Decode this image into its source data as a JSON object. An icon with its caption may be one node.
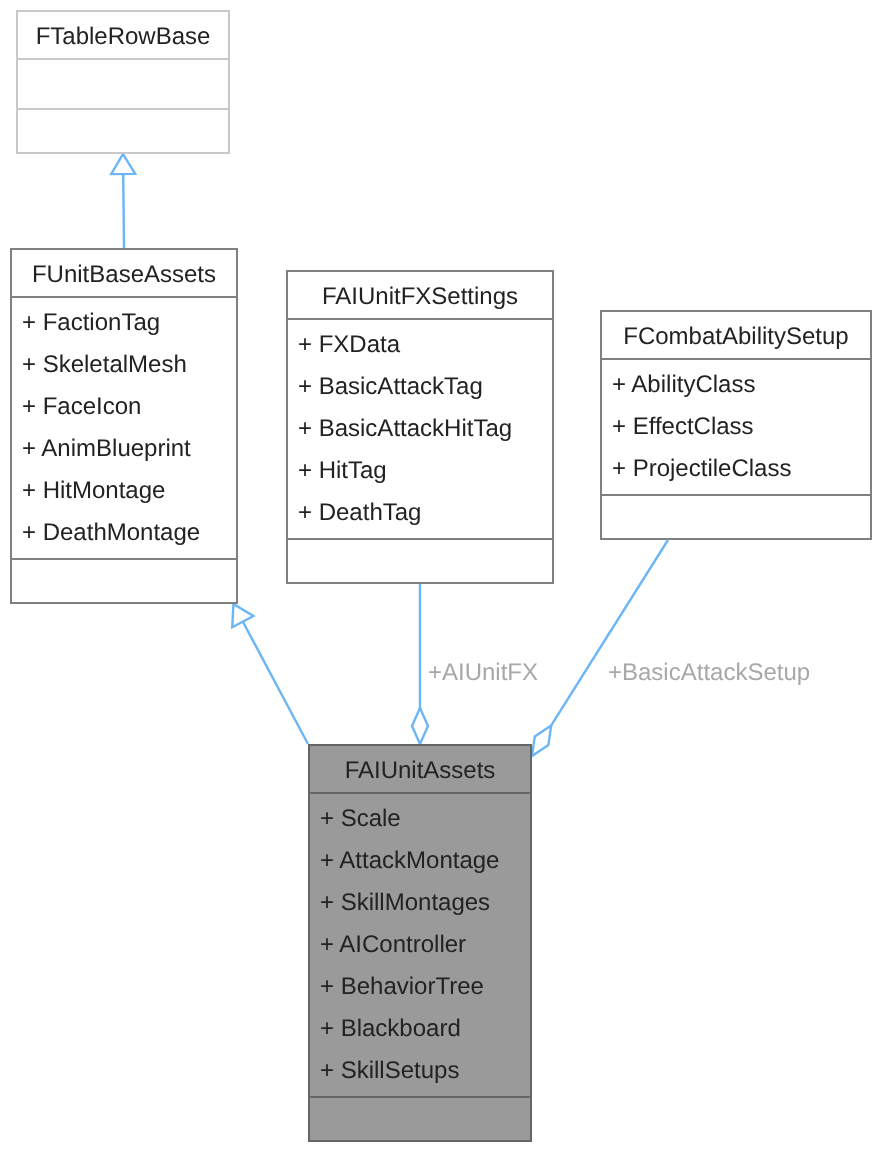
{
  "diagram": {
    "nodes": [
      {
        "text": [
          "FTableRowBase"
        ]
      },
      {
        "text": [
          "FUnitBaseAssets",
          "+ FactionTag",
          "+ SkeletalMesh",
          "+ FaceIcon",
          "+ AnimBlueprint",
          "+ HitMontage",
          "+ DeathMontage"
        ]
      },
      {
        "text": [
          "FAIUnitFXSettings",
          "+ FXData",
          "+ BasicAttackTag",
          "+ BasicAttackHitTag",
          "+ HitTag",
          "+ DeathTag"
        ]
      },
      {
        "text": [
          "FCombatAbilitySetup",
          "+ AbilityClass",
          "+ EffectClass",
          "+ ProjectileClass"
        ]
      },
      {
        "text": [
          "FAIUnitAssets",
          "+ Scale",
          "+ AttackMontage",
          "+ SkillMontages",
          "+ AIController",
          "+ BehaviorTree",
          "+ Blackboard",
          "+ SkillSetups"
        ]
      }
    ],
    "edges": [
      {
        "from": 1,
        "to": 0,
        "arrow": "to"
      },
      {
        "from": 4,
        "to": 1,
        "arrow": "to"
      },
      {
        "from": 2,
        "to": 4,
        "arrow": "other",
        "label": "+AIUnitFX"
      },
      {
        "from": 3,
        "to": 4,
        "arrow": "other",
        "label": "+BasicAttackSetup"
      }
    ]
  }
}
